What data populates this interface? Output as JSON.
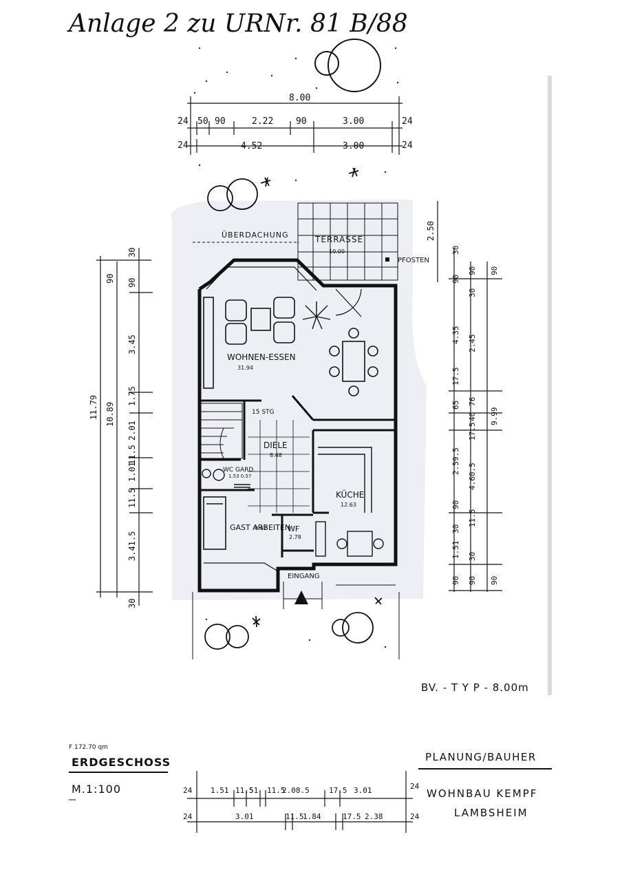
{
  "header": {
    "handwritten_note": "Anlage 2 zu URNr. 81 B/88"
  },
  "plan": {
    "rooms": [
      {
        "name": "ÜBERDACHUNG",
        "area": ""
      },
      {
        "name": "TERRASSE",
        "area": "10.00"
      },
      {
        "name": "WOHNEN-ESSEN",
        "area": "31.94"
      },
      {
        "name": "DIELE",
        "area": "8.48"
      },
      {
        "name": "WC GARD.",
        "area": "1.53  0.57"
      },
      {
        "name": "KÜCHE",
        "area": "12.63"
      },
      {
        "name": "GAST ARBEITEN",
        "area": "9.62"
      },
      {
        "name": "WF",
        "area": "2.78"
      }
    ],
    "labels": {
      "pfosten": "PFOSTEN",
      "stairs": "15 STG",
      "eingang": "EINGANG"
    },
    "dims_top": {
      "overall": "8.00",
      "row1": [
        "24",
        "50",
        "90",
        "2.22",
        "90",
        "3.00",
        "24"
      ],
      "row2": [
        "24",
        "4.52",
        "3.00",
        "24"
      ]
    },
    "dims_left": {
      "outer": [
        "11.79",
        "10.89"
      ],
      "inner": [
        "30",
        "90",
        "90",
        "3.45",
        "1.75",
        "2.01",
        "11.5",
        "1.01",
        "11.5",
        "3.41.5",
        "30"
      ]
    },
    "dims_right": {
      "side": [
        "2.50"
      ],
      "col1": [
        "30",
        "90",
        "4.35",
        "17.5",
        "65",
        "2.59.5",
        "90",
        "30",
        "1.51",
        "90"
      ],
      "col2": [
        "90",
        "30",
        "2.45",
        "76",
        "40",
        "17.5",
        "4.60.5",
        "11.5",
        "30",
        "90"
      ],
      "col3": [
        "90",
        "9.99",
        "90"
      ]
    },
    "dims_bottom": {
      "row1": [
        "24",
        "1.51",
        "11.5",
        "51",
        "11.5",
        "2.08.5",
        "17.5",
        "3.01",
        "24"
      ],
      "row2": [
        "24",
        "3.01",
        "11.5",
        "1.84",
        "17.5",
        "2.38",
        "24"
      ]
    }
  },
  "type_label": "BV.   - T Y P - 8.00m",
  "area_note": "F 172.70 qm",
  "title_block": {
    "floor": "ERDGESCHOSS",
    "scale": "M.1:100",
    "planning_heading": "PLANUNG/BAUHER",
    "company": "WOHNBAU KEMPF",
    "city": "LAMBSHEIM"
  },
  "colors": {
    "ink": "#151515",
    "paper": "#ffffff",
    "scan_shadow": "#e3e6ef"
  }
}
